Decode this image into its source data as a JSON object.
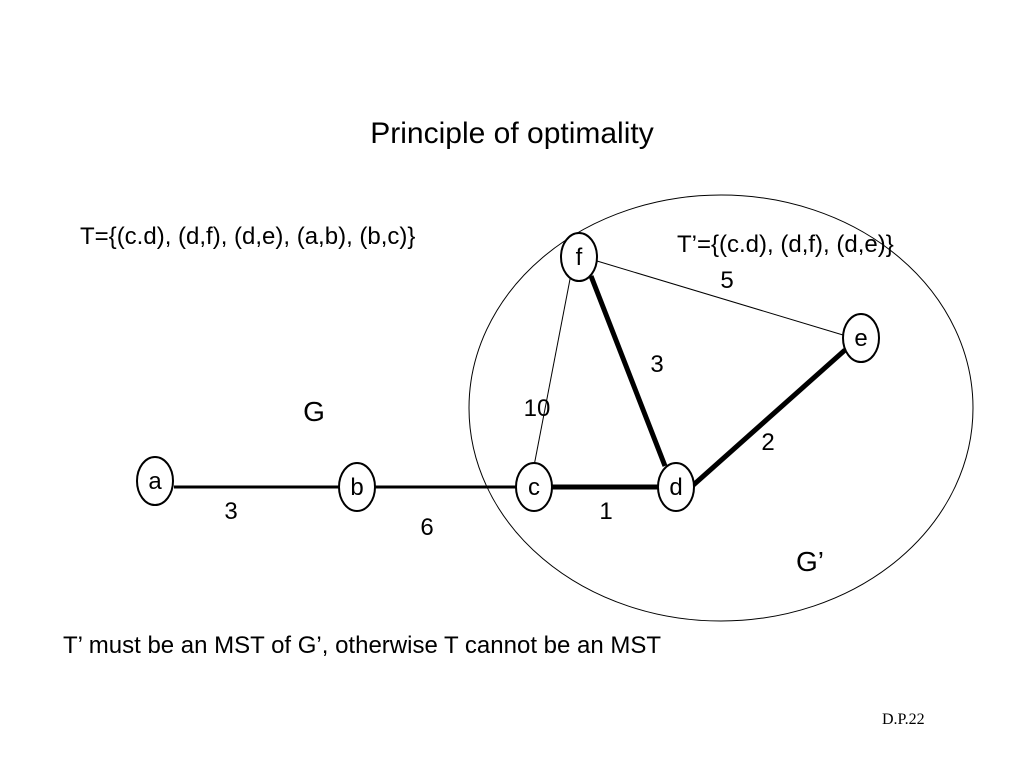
{
  "slide": {
    "title": "Principle of optimality",
    "tree_T": "T={(c.d), (d,f), (d,e), (a,b), (b,c)}",
    "tree_T_prime": "T’={(c.d), (d,f), (d,e)}",
    "caption": "T’ must be an MST of G’, otherwise T cannot be an MST",
    "footer": "D.P.22"
  },
  "graph": {
    "graph_label": "G",
    "subgraph_label": "G’",
    "nodes": [
      "a",
      "b",
      "c",
      "d",
      "e",
      "f"
    ],
    "edges": [
      {
        "from": "a",
        "to": "b",
        "weight": "3",
        "in_tree": true
      },
      {
        "from": "b",
        "to": "c",
        "weight": "6",
        "in_tree": true
      },
      {
        "from": "c",
        "to": "d",
        "weight": "1",
        "in_tree": true
      },
      {
        "from": "d",
        "to": "f",
        "weight": "3",
        "in_tree": true
      },
      {
        "from": "d",
        "to": "e",
        "weight": "2",
        "in_tree": true
      },
      {
        "from": "c",
        "to": "f",
        "weight": "10",
        "in_tree": false
      },
      {
        "from": "f",
        "to": "e",
        "weight": "5",
        "in_tree": false
      }
    ]
  }
}
